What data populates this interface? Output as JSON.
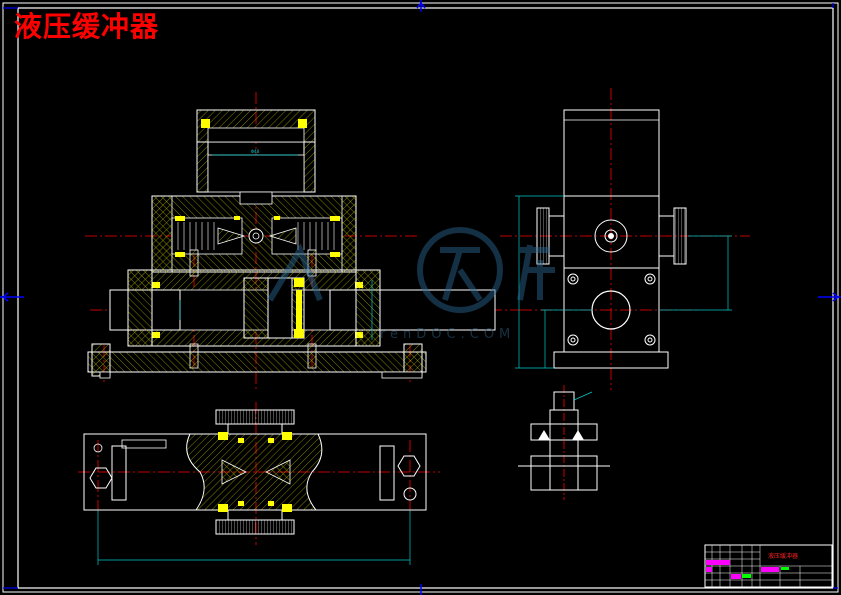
{
  "title": "液压缓冲器",
  "watermark": {
    "text": "renDOC.COM",
    "logo": "人人文库 circular logo"
  },
  "title_block": {
    "name": "液压缓冲器"
  },
  "colors": {
    "background": "#000000",
    "frame": "#ffffff",
    "border_marks": "#0000ff",
    "center_lines": "#ff0000",
    "hatching": "#c8c800",
    "seals": "#ffff00",
    "dimensions": "#00c8c8",
    "title_text": "#ff0000",
    "title_block_highlight": "#ff00ff"
  },
  "views": [
    "front-section-view",
    "side-view",
    "top-partial-section-view",
    "detail-view",
    "title-block"
  ]
}
